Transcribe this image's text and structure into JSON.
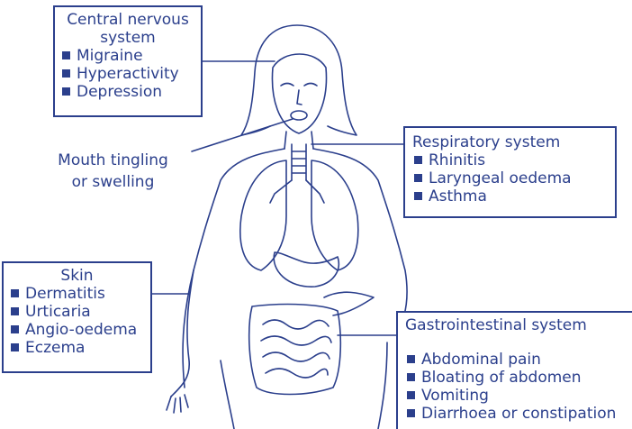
{
  "colors": {
    "ink": "#2b3f8c",
    "background": "#ffffff"
  },
  "central_nervous_system": {
    "title": "Central nervous system",
    "items": [
      "Migraine",
      "Hyperactivity",
      "Depression"
    ]
  },
  "mouth": {
    "line1": "Mouth tingling",
    "line2": "or swelling"
  },
  "respiratory_system": {
    "title": "Respiratory system",
    "items": [
      "Rhinitis",
      "Laryngeal oedema",
      "Asthma"
    ]
  },
  "skin": {
    "title": "Skin",
    "items": [
      "Dermatitis",
      "Urticaria",
      "Angio-oedema",
      "Eczema"
    ]
  },
  "gastrointestinal_system": {
    "title": "Gastrointestinal system",
    "items": [
      "Abdominal pain",
      "Bloating of abdomen",
      "Vomiting",
      "Diarrhoea or constipation"
    ]
  }
}
